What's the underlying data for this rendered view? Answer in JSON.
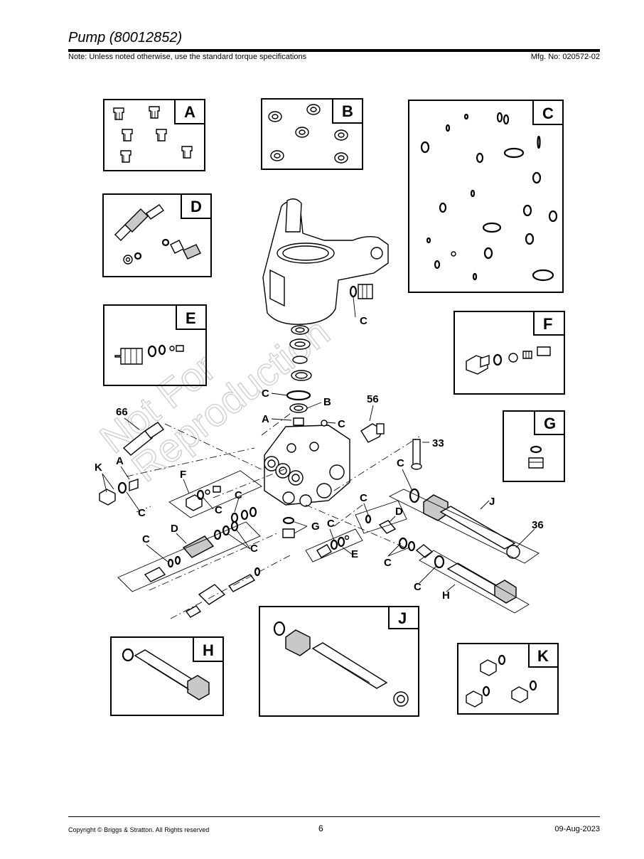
{
  "header": {
    "title": "Pump (80012852)",
    "note": "Note: Unless noted otherwise, use the standard torque specifications",
    "mfg_no": "Mfg. No: 020572-02"
  },
  "footer": {
    "copyright": "Copyright ©  Briggs & Stratton. All Rights reserved",
    "page": "6",
    "date": "09-Aug-2023"
  },
  "watermark": {
    "line1": "Not For",
    "line2": "Reproduction"
  },
  "kits": {
    "A": "A",
    "B": "B",
    "C": "C",
    "D": "D",
    "E": "E",
    "F": "F",
    "G": "G",
    "H": "H",
    "J": "J",
    "K": "K"
  },
  "callouts": {
    "c_upper": "C",
    "c_seal": "C",
    "b_seal": "B",
    "a_valve": "A",
    "c_valve": "C",
    "n56": "56",
    "n66": "66",
    "n33": "33",
    "n36": "36",
    "k_left": "K",
    "a_left": "A",
    "c_left": "C",
    "f_mid": "F",
    "c_f": "C",
    "c_f2": "C",
    "c_d1": "C",
    "d_left": "D",
    "c_d2": "C",
    "g_mid": "G",
    "c_e": "C",
    "e_mid": "E",
    "c_j1": "C",
    "j_right": "J",
    "c_d3": "C",
    "d_right": "D",
    "c_h1": "C",
    "c_h2": "C",
    "h_right": "H"
  }
}
